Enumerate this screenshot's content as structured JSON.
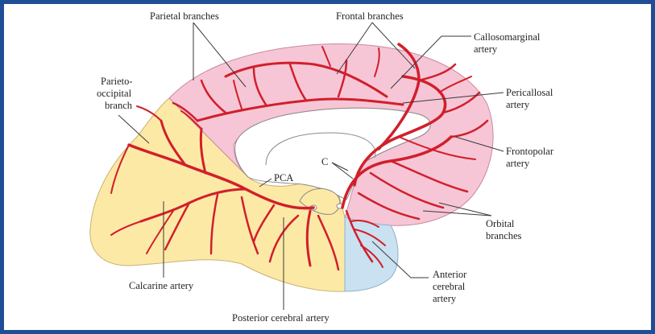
{
  "colors": {
    "border": "#1f4e96",
    "frontal_territory": "#f6c6d6",
    "posterior_territory": "#fde9a6",
    "orbital_territory": "#c9e1f1",
    "artery": "#d11f2b"
  },
  "labels": {
    "parietal_branches": "Parietal branches",
    "frontal_branches": "Frontal branches",
    "callosomarginal": [
      "Callosomarginal",
      "artery"
    ],
    "pericallosal": [
      "Pericallosal",
      "artery"
    ],
    "frontopolar": [
      "Frontopolar",
      "artery"
    ],
    "parieto_occipital": [
      "Parieto-",
      "occipital",
      "branch"
    ],
    "c_label": "C",
    "pca": "PCA",
    "orbital": [
      "Orbital",
      "branches"
    ],
    "calcarine": "Calcarine artery",
    "posterior_cerebral": "Posterior cerebral artery",
    "anterior_cerebral": [
      "Anterior",
      "cerebral",
      "artery"
    ]
  }
}
